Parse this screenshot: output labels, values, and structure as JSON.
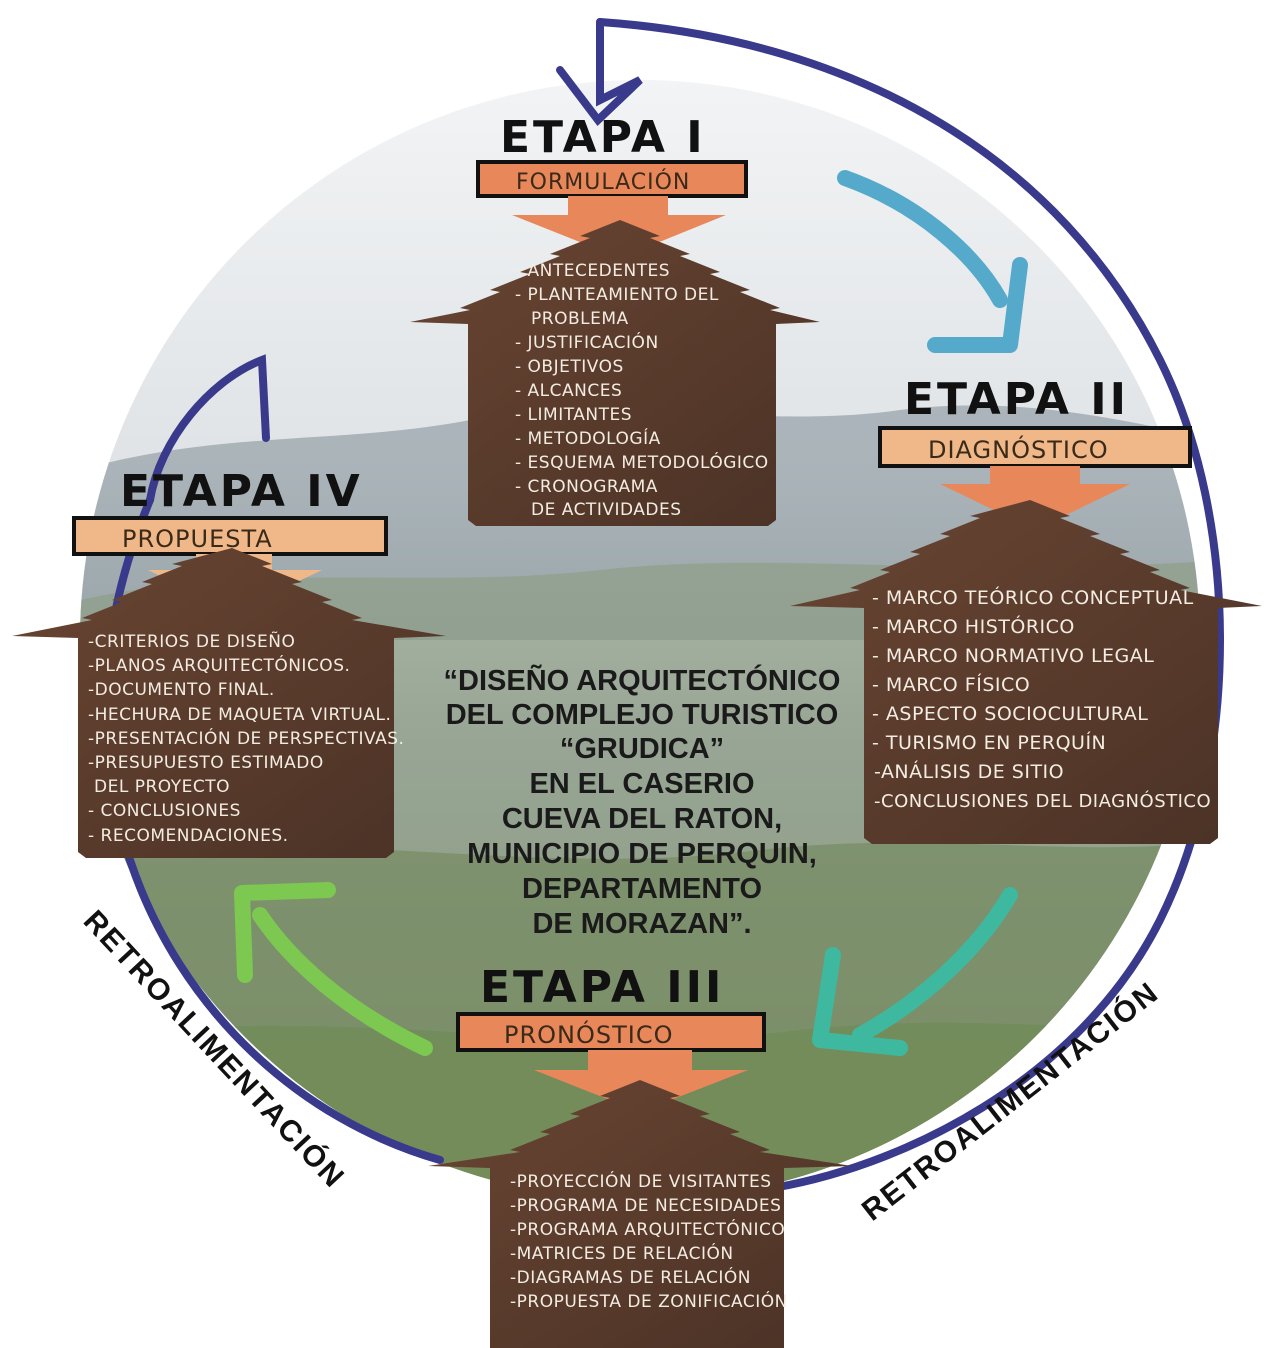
{
  "center": {
    "lines": [
      "“DISEÑO ARQUITECTÓNICO",
      "DEL COMPLEJO TURISTICO",
      "“GRUDICA”",
      "EN EL CASERIO",
      "CUEVA DEL RATON,",
      "MUNICIPIO DE PERQUIN,",
      "DEPARTAMENTO",
      "DE MORAZAN”."
    ]
  },
  "stages": {
    "s1": {
      "title": "ETAPA I",
      "label": "FORMULACIÓN",
      "items": [
        "- ANTECEDENTES",
        "- PLANTEAMIENTO DEL",
        "PROBLEMA",
        "- JUSTIFICACIÓN",
        "- OBJETIVOS",
        "- ALCANCES",
        "- LIMITANTES",
        "- METODOLOGÍA",
        "- ESQUEMA METODOLÓGICO",
        "- CRONOGRAMA",
        "DE ACTIVIDADES"
      ]
    },
    "s2": {
      "title": "ETAPA II",
      "label": "DIAGNÓSTICO",
      "items": [
        "- MARCO TEÓRICO CONCEPTUAL",
        "- MARCO HISTÓRICO",
        "- MARCO NORMATIVO LEGAL",
        "- MARCO FÍSICO",
        "- ASPECTO SOCIOCULTURAL",
        "- TURISMO EN PERQUÍN",
        "-ANÁLISIS DE SITIO",
        "-CONCLUSIONES DEL DIAGNÓSTICO"
      ]
    },
    "s3": {
      "title": "ETAPA III",
      "label": "PRONÓSTICO",
      "items": [
        "-PROYECCIÓN DE VISITANTES",
        "-PROGRAMA DE NECESIDADES",
        "-PROGRAMA ARQUITECTÓNICO",
        "-MATRICES DE RELACIÓN",
        "-DIAGRAMAS DE RELACIÓN",
        "-PROPUESTA DE ZONIFICACIÓN"
      ]
    },
    "s4": {
      "title": "ETAPA IV",
      "label": "PROPUESTA",
      "items": [
        "-CRITERIOS DE DISEÑO",
        "-PLANOS ARQUITECTÓNICOS.",
        "-DOCUMENTO FINAL.",
        "-HECHURA DE MAQUETA VIRTUAL.",
        "-PRESENTACIÓN DE PERSPECTIVAS.",
        "-PRESUPUESTO ESTIMADO",
        "DEL PROYECTO",
        "- CONCLUSIONES",
        "- RECOMENDACIONES."
      ]
    }
  },
  "retro": {
    "left": "RETROALIMENTACIÓN",
    "right": "RETROALIMENTACIÓN"
  },
  "colors": {
    "ring": "#3a3a8c",
    "house": "#5a3a2a",
    "label_orange": "#e8875a",
    "label_peach": "#f0b888",
    "arrow_blue": "#55aacc",
    "arrow_teal": "#3fb8a0",
    "arrow_green": "#7cc850"
  }
}
